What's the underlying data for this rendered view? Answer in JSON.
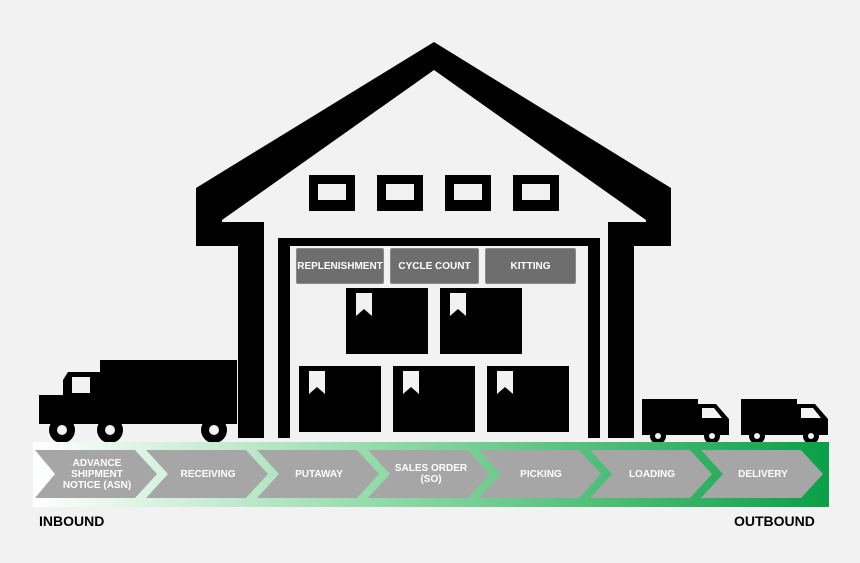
{
  "colors": {
    "background": "#f2f2f2",
    "building": "#000000",
    "tab_fill": "#6e6e6e",
    "chevron_fill": "#a6a6a6",
    "band_start": "#ffffff",
    "band_end": "#0aa046"
  },
  "warehouse_tabs": [
    "REPLENISHMENT",
    "CYCLE COUNT",
    "KITTING"
  ],
  "flow_steps": [
    "ADVANCE SHIPMENT NOTICE (ASN)",
    "RECEIVING",
    "PUTAWAY",
    "SALES ORDER (SO)",
    "PICKING",
    "LOADING",
    "DELIVERY"
  ],
  "labels": {
    "inbound": "INBOUND",
    "outbound": "OUTBOUND"
  },
  "icons": [
    "warehouse-icon",
    "box-icon",
    "semi-truck-icon",
    "delivery-van-icon"
  ]
}
